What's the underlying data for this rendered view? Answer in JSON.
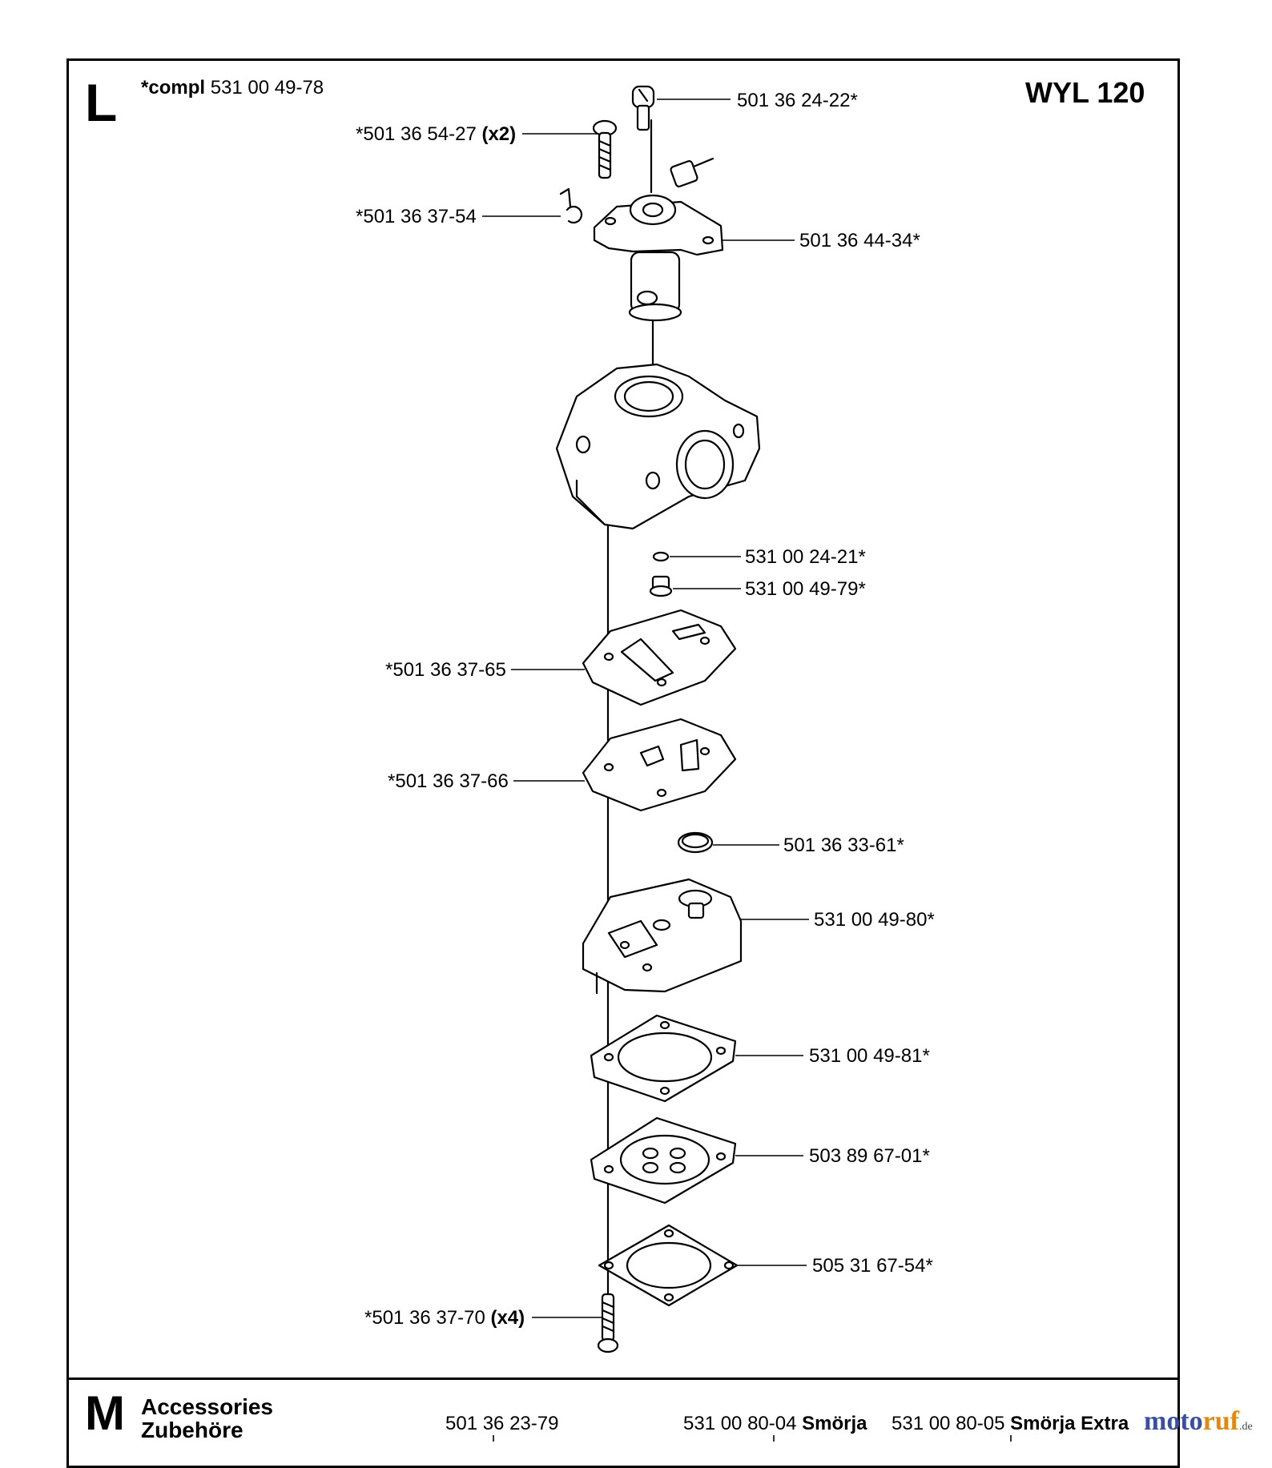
{
  "section_l": {
    "letter": "L",
    "compl_prefix": "*compl",
    "compl_number": "531 00 49-78",
    "model": "WYL 120"
  },
  "parts": [
    {
      "number": "501 36 24-22*",
      "suffix": ""
    },
    {
      "number": "*501 36 54-27",
      "suffix": "(x2)"
    },
    {
      "number": "*501 36 37-54",
      "suffix": ""
    },
    {
      "number": "501 36 44-34*",
      "suffix": ""
    },
    {
      "number": "531 00 24-21*",
      "suffix": ""
    },
    {
      "number": "531 00 49-79*",
      "suffix": ""
    },
    {
      "number": "*501 36 37-65",
      "suffix": ""
    },
    {
      "number": "*501 36 37-66",
      "suffix": ""
    },
    {
      "number": "501 36 33-61*",
      "suffix": ""
    },
    {
      "number": "531 00 49-80*",
      "suffix": ""
    },
    {
      "number": "531 00 49-81*",
      "suffix": ""
    },
    {
      "number": "503 89 67-01*",
      "suffix": ""
    },
    {
      "number": "505 31 67-54*",
      "suffix": ""
    },
    {
      "number": "*501 36 37-70",
      "suffix": "(x4)"
    }
  ],
  "section_m": {
    "letter": "M",
    "title_line1": "Accessories",
    "title_line2": "Zubehöre",
    "items": [
      {
        "number": "501 36 23-79",
        "name": ""
      },
      {
        "number": "531 00 80-04",
        "name": "Smörja"
      },
      {
        "number": "531 00 80-05",
        "name": "Smörja Extra"
      }
    ]
  },
  "watermark": {
    "part1": "moto",
    "part2": "ruf",
    "tld": ".de"
  }
}
